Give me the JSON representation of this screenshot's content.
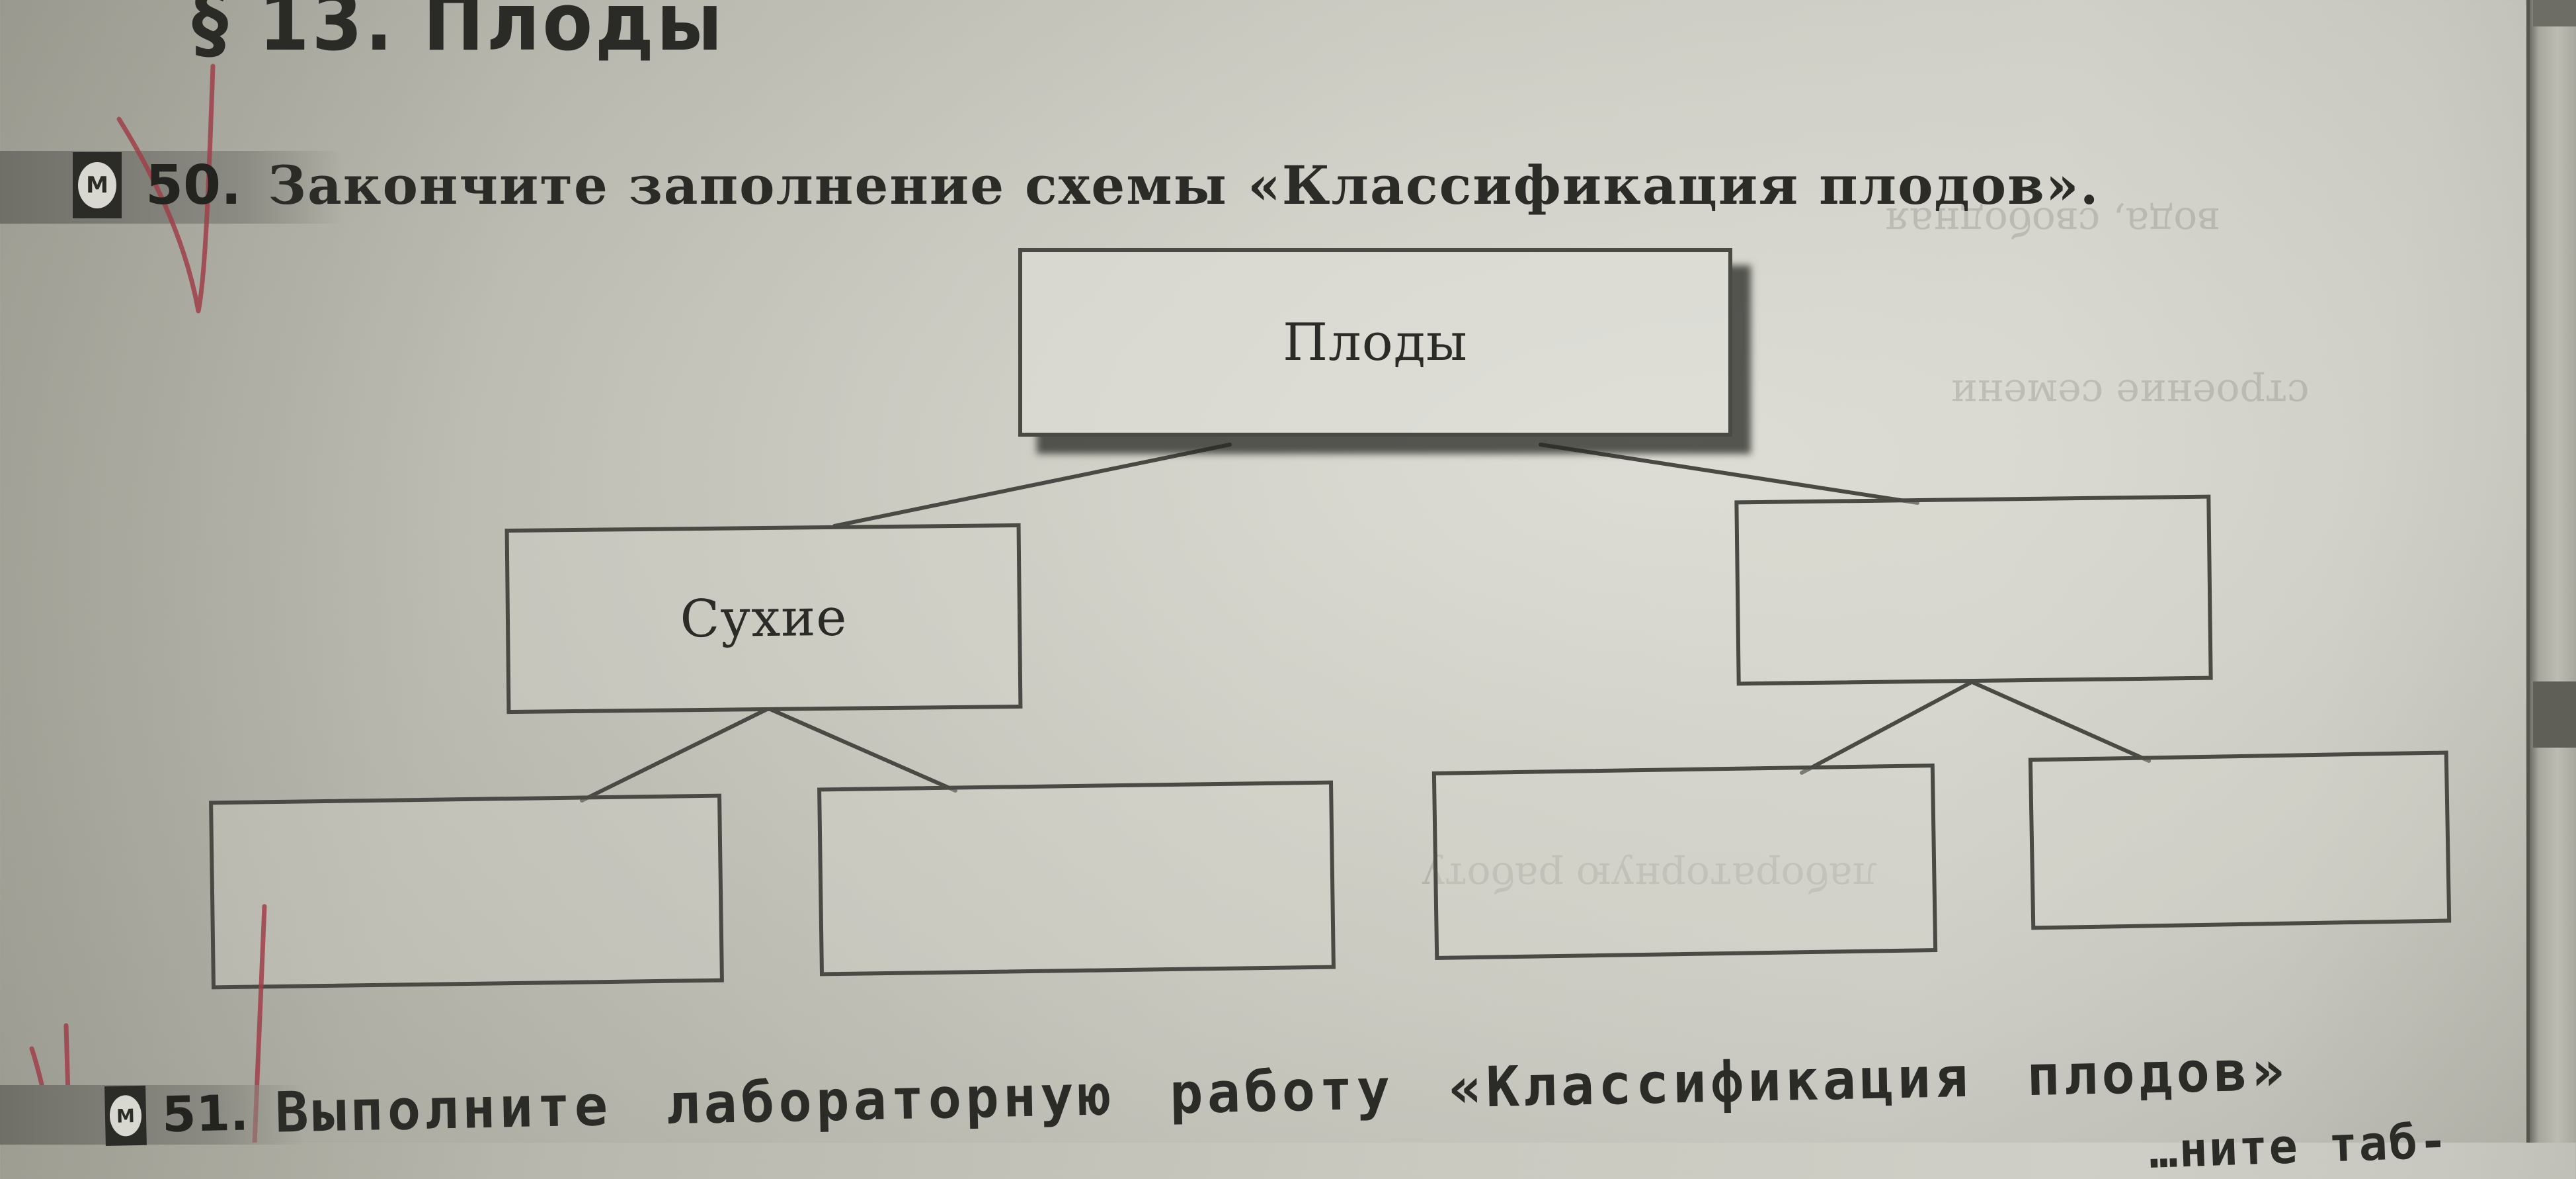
{
  "page": {
    "section_heading": "§ 13. Плоды",
    "colors": {
      "paper": "#c9c9c0",
      "ink": "#2b2b27",
      "box_border": "#4a4a45",
      "red_pen": "#a0404a"
    }
  },
  "task_50": {
    "badge_icon": "M",
    "number": "50.",
    "text": "Закончите заполнение схемы «Классификация плодов»."
  },
  "diagram": {
    "title": "Классификация плодов",
    "root": {
      "label": "Плоды"
    },
    "level1": [
      {
        "label": "Сухие"
      },
      {
        "label": ""
      }
    ],
    "level2": [
      {
        "label": "",
        "parent": "Сухие"
      },
      {
        "label": "",
        "parent": "Сухие"
      },
      {
        "label": "",
        "parent": ""
      },
      {
        "label": "",
        "parent": ""
      }
    ]
  },
  "task_51": {
    "badge_icon": "M",
    "number": "51.",
    "text_line1": "Выполните лабораторную работу «Классификация плодов»",
    "text_line2_partial": "…ните таб-"
  }
}
